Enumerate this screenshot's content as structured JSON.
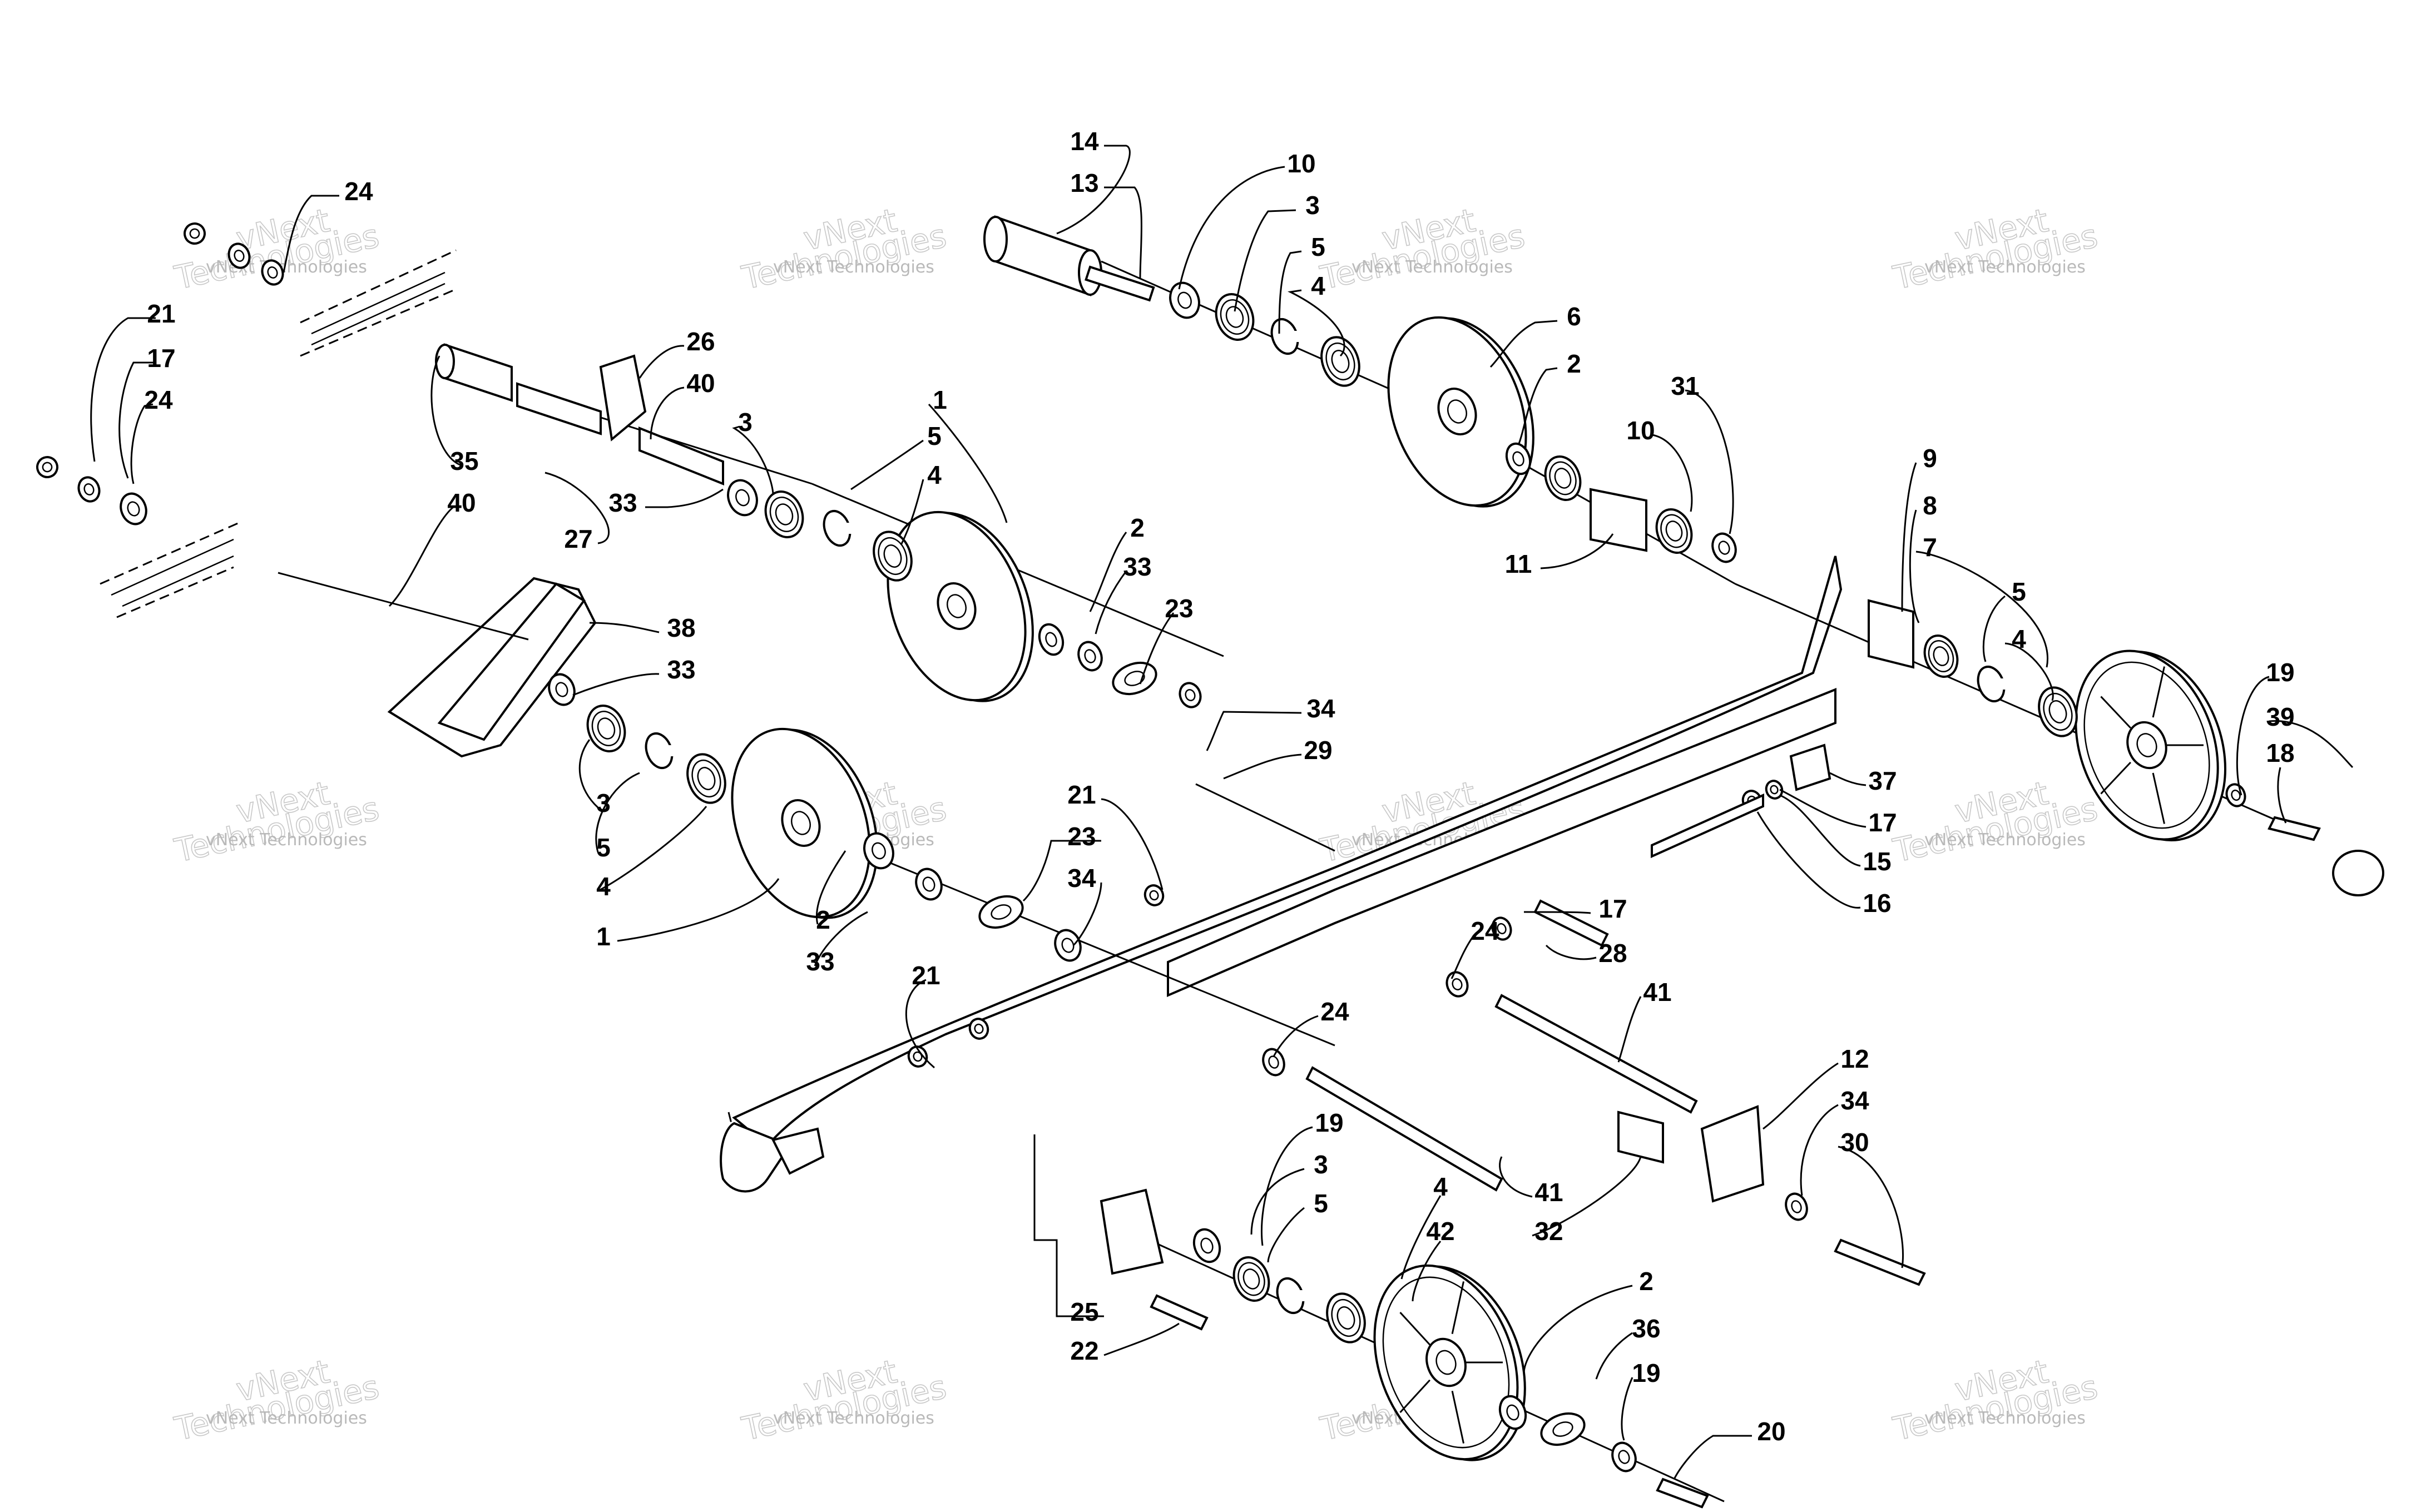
{
  "watermark": {
    "text": "vNext Technologies",
    "line1": "vNext",
    "line2": "Technologies"
  },
  "callouts": [
    {
      "id": "c14",
      "label": "14"
    },
    {
      "id": "c13",
      "label": "13"
    },
    {
      "id": "c10a",
      "label": "10"
    },
    {
      "id": "c3a",
      "label": "3"
    },
    {
      "id": "c5a",
      "label": "5"
    },
    {
      "id": "c4a",
      "label": "4"
    },
    {
      "id": "c6",
      "label": "6"
    },
    {
      "id": "c2a",
      "label": "2"
    },
    {
      "id": "c31",
      "label": "31"
    },
    {
      "id": "c10b",
      "label": "10"
    },
    {
      "id": "c11",
      "label": "11"
    },
    {
      "id": "c24a",
      "label": "24"
    },
    {
      "id": "c21a",
      "label": "21"
    },
    {
      "id": "c17a",
      "label": "17"
    },
    {
      "id": "c24b",
      "label": "24"
    },
    {
      "id": "c26",
      "label": "26"
    },
    {
      "id": "c40a",
      "label": "40"
    },
    {
      "id": "c3b",
      "label": "3"
    },
    {
      "id": "c35",
      "label": "35"
    },
    {
      "id": "c40b",
      "label": "40"
    },
    {
      "id": "c33a",
      "label": "33"
    },
    {
      "id": "c27",
      "label": "27"
    },
    {
      "id": "c1a",
      "label": "1"
    },
    {
      "id": "c5b",
      "label": "5"
    },
    {
      "id": "c4b",
      "label": "4"
    },
    {
      "id": "c2b",
      "label": "2"
    },
    {
      "id": "c33b",
      "label": "33"
    },
    {
      "id": "c23a",
      "label": "23"
    },
    {
      "id": "c34a",
      "label": "34"
    },
    {
      "id": "c38",
      "label": "38"
    },
    {
      "id": "c33c",
      "label": "33"
    },
    {
      "id": "c3c",
      "label": "3"
    },
    {
      "id": "c5c",
      "label": "5"
    },
    {
      "id": "c4c",
      "label": "4"
    },
    {
      "id": "c1b",
      "label": "1"
    },
    {
      "id": "c2c",
      "label": "2"
    },
    {
      "id": "c33d",
      "label": "33"
    },
    {
      "id": "c9",
      "label": "9"
    },
    {
      "id": "c8",
      "label": "8"
    },
    {
      "id": "c7",
      "label": "7"
    },
    {
      "id": "c5d",
      "label": "5"
    },
    {
      "id": "c4d",
      "label": "4"
    },
    {
      "id": "c19a",
      "label": "19"
    },
    {
      "id": "c39",
      "label": "39"
    },
    {
      "id": "c18",
      "label": "18"
    },
    {
      "id": "c37",
      "label": "37"
    },
    {
      "id": "c17b",
      "label": "17"
    },
    {
      "id": "c15",
      "label": "15"
    },
    {
      "id": "c16",
      "label": "16"
    },
    {
      "id": "c29",
      "label": "29"
    },
    {
      "id": "c21b",
      "label": "21"
    },
    {
      "id": "c23b",
      "label": "23"
    },
    {
      "id": "c34b",
      "label": "34"
    },
    {
      "id": "c17c",
      "label": "17"
    },
    {
      "id": "c28",
      "label": "28"
    },
    {
      "id": "c24c",
      "label": "24"
    },
    {
      "id": "c41a",
      "label": "41"
    },
    {
      "id": "c21c",
      "label": "21"
    },
    {
      "id": "c24d",
      "label": "24"
    },
    {
      "id": "c12",
      "label": "12"
    },
    {
      "id": "c34c",
      "label": "34"
    },
    {
      "id": "c30",
      "label": "30"
    },
    {
      "id": "c41b",
      "label": "41"
    },
    {
      "id": "c32",
      "label": "32"
    },
    {
      "id": "c19b",
      "label": "19"
    },
    {
      "id": "c3d",
      "label": "3"
    },
    {
      "id": "c5e",
      "label": "5"
    },
    {
      "id": "c4e",
      "label": "4"
    },
    {
      "id": "c42",
      "label": "42"
    },
    {
      "id": "c25",
      "label": "25"
    },
    {
      "id": "c22",
      "label": "22"
    },
    {
      "id": "c2d",
      "label": "2"
    },
    {
      "id": "c36",
      "label": "36"
    },
    {
      "id": "c19c",
      "label": "19"
    },
    {
      "id": "c20",
      "label": "20"
    }
  ]
}
